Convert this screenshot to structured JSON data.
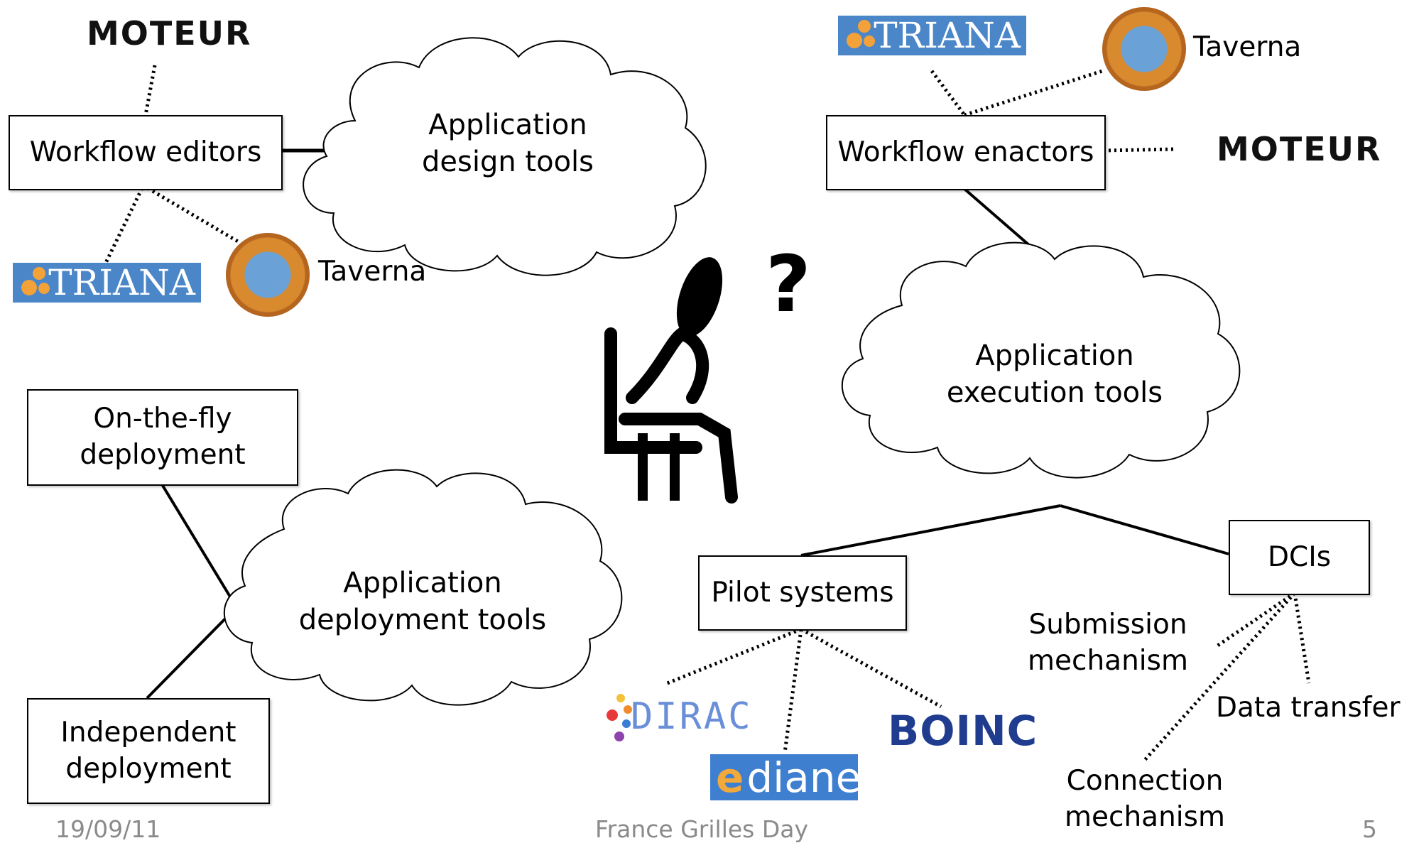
{
  "clouds": {
    "design": "Application\ndesign tools",
    "execution": "Application\nexecution tools",
    "deployment": "Application\ndeployment tools"
  },
  "boxes": {
    "workflow_editors": "Workflow editors",
    "workflow_enactors": "Workflow enactors",
    "on_the_fly": "On-the-fly\ndeployment",
    "independent": "Independent\ndeployment",
    "pilot_systems": "Pilot systems",
    "dcis": "DCIs"
  },
  "labels": {
    "taverna_left": "Taverna",
    "taverna_right": "Taverna",
    "submission": "Submission\nmechanism",
    "data_transfer": "Data transfer",
    "connection": "Connection\nmechanism",
    "question_mark": "?"
  },
  "logos": {
    "moteur": "MOTEUR",
    "triana": "TRIANA",
    "dirac": "DIRAC",
    "diane": "diane",
    "diane_mark": "e",
    "boinc": "BOINC"
  },
  "footer": {
    "date": "19/09/11",
    "event": "France Grilles Day",
    "page": "5"
  }
}
